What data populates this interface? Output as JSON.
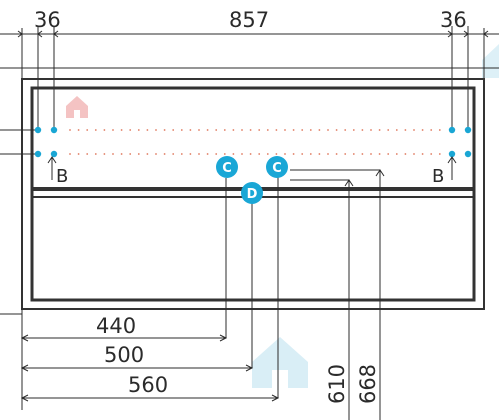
{
  "dimensions": {
    "top_left": "36",
    "top_center": "857",
    "top_right": "36",
    "bottom_440": "440",
    "bottom_500": "500",
    "bottom_560": "560",
    "vertical_610": "610",
    "vertical_668": "668"
  },
  "markers": {
    "c_left": "C",
    "c_right": "C",
    "d": "D",
    "b_left": "B",
    "b_right": "B"
  },
  "colors": {
    "line": "#2b2b2b",
    "cabinet": "#333333",
    "badge": "#1aa7d6",
    "hole": "#19a6d4",
    "dots": "#e07a5f",
    "watermark": "#d9eef6",
    "watermark_red": "#f4c3c3"
  }
}
